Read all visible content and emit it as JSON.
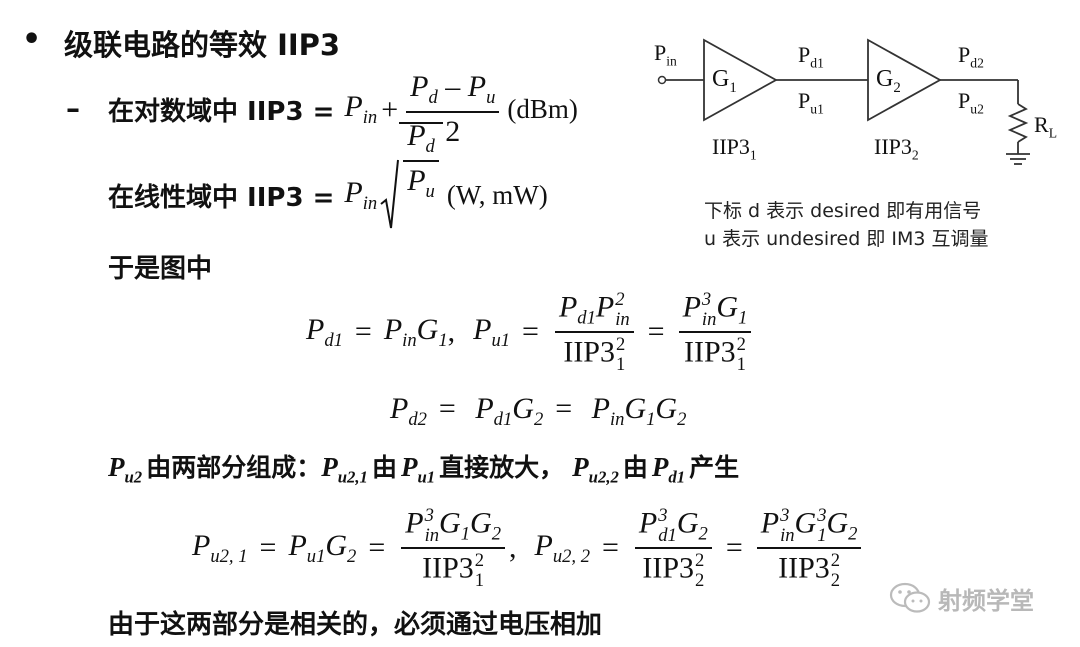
{
  "bullet": "•",
  "dash": "–",
  "title": "级联电路的等效 IIP3",
  "log_label": "在对数域中 IIP3 =",
  "log_unit": "(dBm)",
  "lin_label": "在线性域中 IIP3 =",
  "lin_unit": "(W, mW)",
  "so_text": "于是图中",
  "pu2_line": {
    "pu2": "u2",
    "t1": "由两部分组成：",
    "pu21": "u2,1",
    "t2": "由",
    "pu1": "u1",
    "t3": "直接放大，",
    "pu22": "u2,2",
    "t4": "由",
    "pd1": "d1",
    "t5": "产生"
  },
  "conclusion": "由于这两部分是相关的，必须通过电压相加",
  "diagram": {
    "pin": "in",
    "g1": "1",
    "g2": "2",
    "pd1": "d1",
    "pu1": "u1",
    "pd2": "d2",
    "pu2": "u2",
    "iip3_1": "1",
    "iip3_2": "2",
    "rl": "L"
  },
  "note_line1": "下标 d 表示 desired 即有用信号",
  "note_line2": "u 表示 undesired 即 IM3 互调量",
  "watermark": "射频学堂"
}
